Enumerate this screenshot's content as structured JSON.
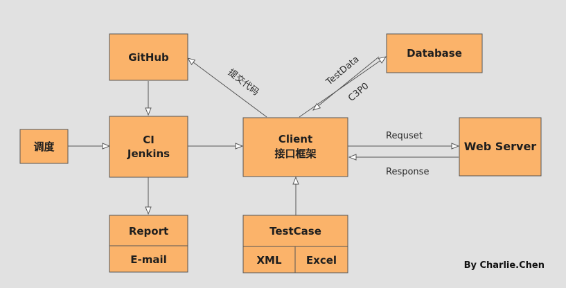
{
  "nodes": {
    "github": "GitHub",
    "database": "Database",
    "scheduler": "调度",
    "ci_line1": "CI",
    "ci_line2": "Jenkins",
    "client_line1": "Client",
    "client_line2": "接口框架",
    "web_server": "Web Server",
    "report": "Report",
    "email": "E-mail",
    "testcase": "TestCase",
    "xml": "XML",
    "excel": "Excel"
  },
  "edges": {
    "commit_code": "提交代码",
    "testdata": "TestData",
    "c3p0": "C3P0",
    "request": "Requset",
    "response": "Response"
  },
  "credit": "By Charlie.Chen",
  "colors": {
    "background": "#e1e1e1",
    "box_fill": "#fbb36a",
    "box_stroke": "#555555",
    "arrow": "#555555"
  }
}
